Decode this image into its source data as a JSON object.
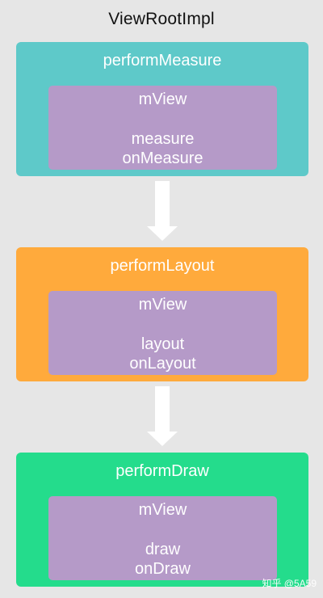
{
  "title": "ViewRootImpl",
  "colors": {
    "background": "#e6e6e6",
    "measure": "#5ec9c9",
    "layout": "#ffaa3c",
    "draw": "#24dc8c",
    "inner": "#b59ac8",
    "arrow": "#ffffff"
  },
  "stages": [
    {
      "title": "performMeasure",
      "object": "mView",
      "method1": "measure",
      "method2": "onMeasure"
    },
    {
      "title": "performLayout",
      "object": "mView",
      "method1": "layout",
      "method2": "onLayout"
    },
    {
      "title": "performDraw",
      "object": "mView",
      "method1": "draw",
      "method2": "onDraw"
    }
  ],
  "watermark": "知乎 @5A59"
}
